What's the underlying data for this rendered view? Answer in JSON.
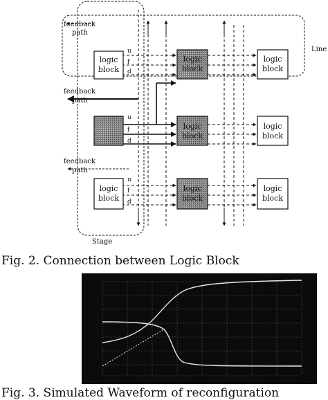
{
  "figure2": {
    "labels": {
      "feedback_path_1_a": "feedback",
      "feedback_path_1_b": "path",
      "feedback_path_2_a": "feedback",
      "feedback_path_2_b": "path",
      "feedback_path_3_a": "feedback",
      "feedback_path_3_b": "path",
      "line": "Line",
      "stage": "Stage"
    },
    "block_line1": "logic",
    "block_line2": "block",
    "port_u": "u",
    "port_f": "f",
    "port_d": "d",
    "caption": "Fig. 2. Connection between Logic Block"
  },
  "figure3": {
    "caption": "Fig. 3. Simulated Waveform of reconfiguration",
    "colors": {
      "background": "#0b0b0b",
      "grid": "#5a5a5a",
      "trace": "#e6e6e6"
    }
  }
}
